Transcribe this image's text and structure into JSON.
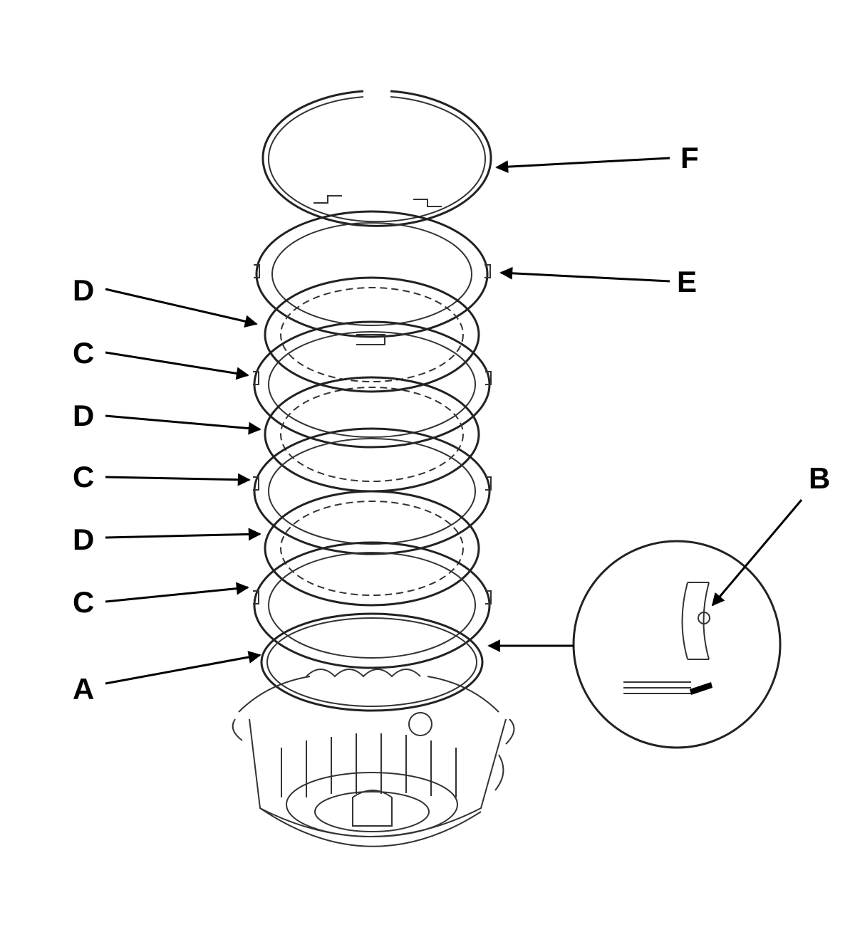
{
  "callouts": {
    "F": "F",
    "E": "E",
    "D1": "D",
    "C1": "C",
    "D2": "D",
    "C2": "C",
    "D3": "D",
    "C3": "C",
    "A": "A",
    "B": "B"
  },
  "colors": {
    "line": "#000000",
    "background": "#ffffff"
  }
}
